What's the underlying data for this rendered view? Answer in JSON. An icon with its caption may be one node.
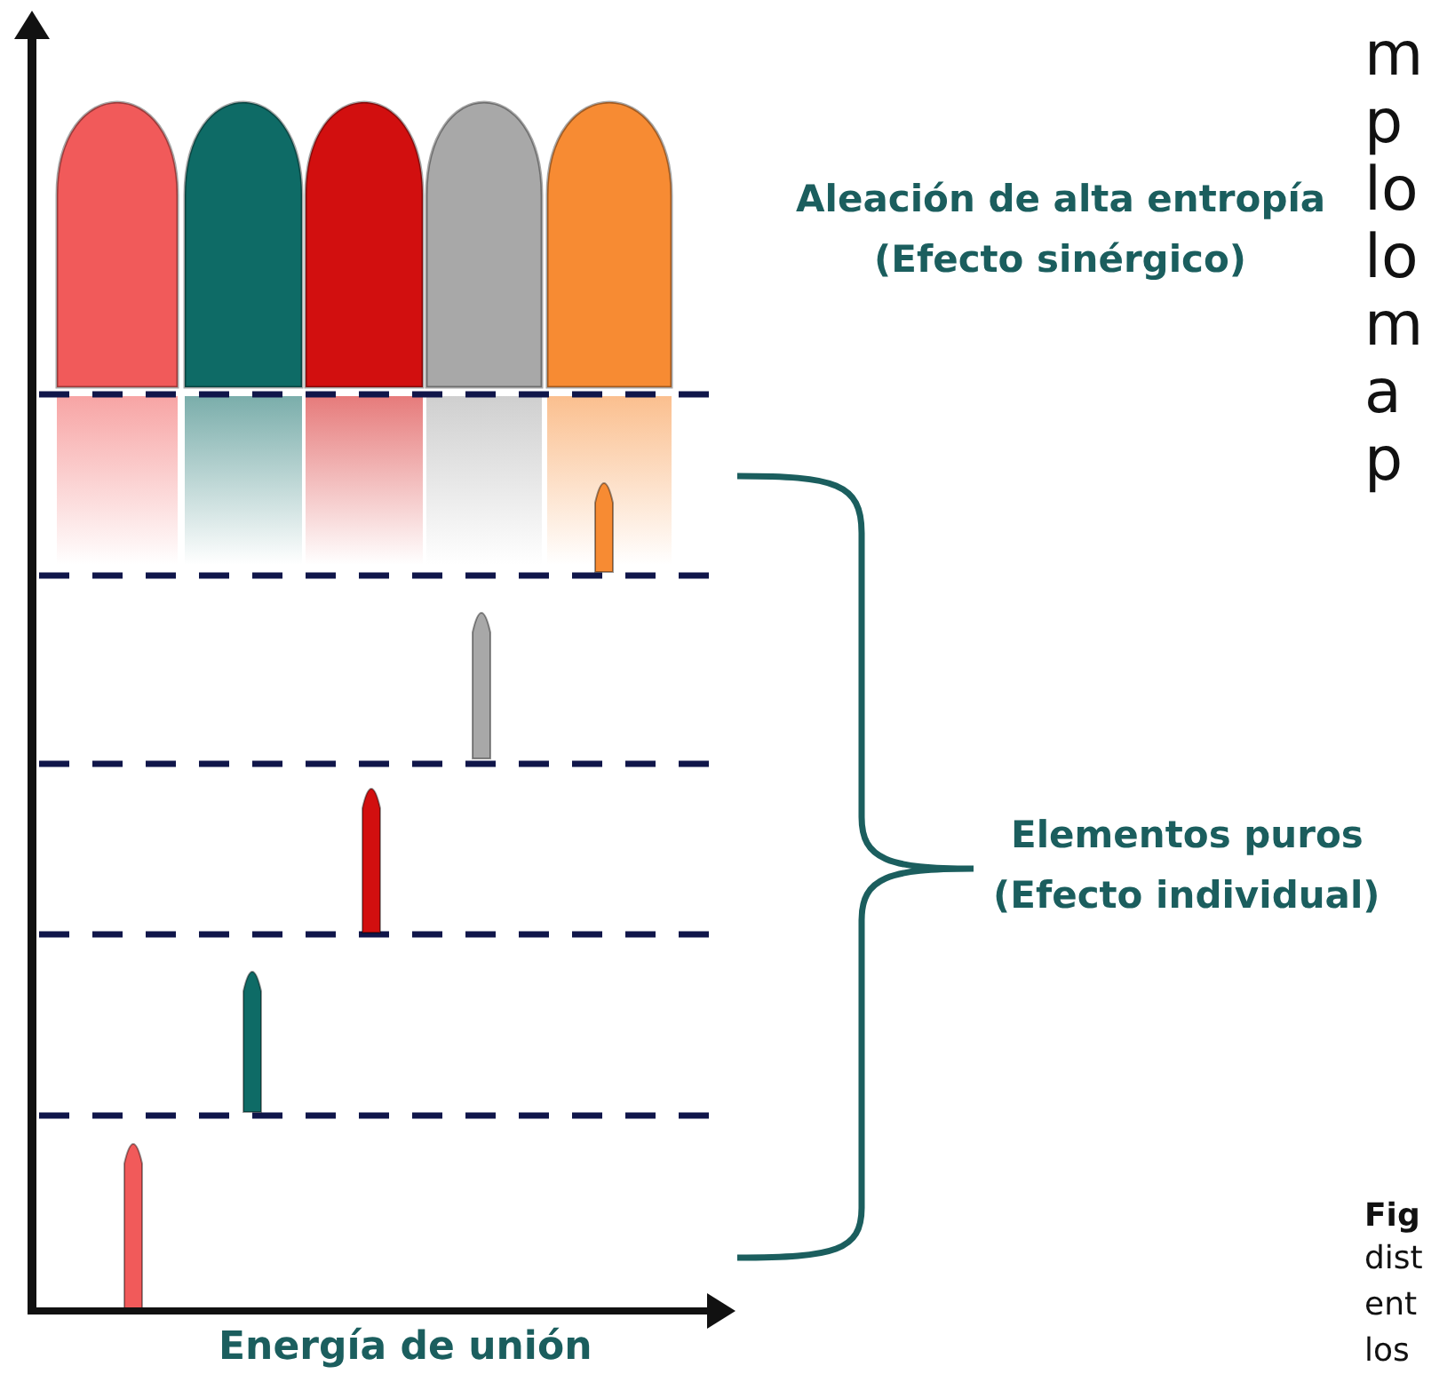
{
  "diagram": {
    "labels": [
      "m",
      "p",
      "lo",
      "lo",
      "m",
      "a",
      "p",
      "Aleación de alta entropía",
      "(Efecto sinérgico)",
      "Elementos puros",
      "(Efecto individual)",
      "Energía de unión",
      "Fig",
      "dist",
      "ent",
      "los"
    ]
  }
}
